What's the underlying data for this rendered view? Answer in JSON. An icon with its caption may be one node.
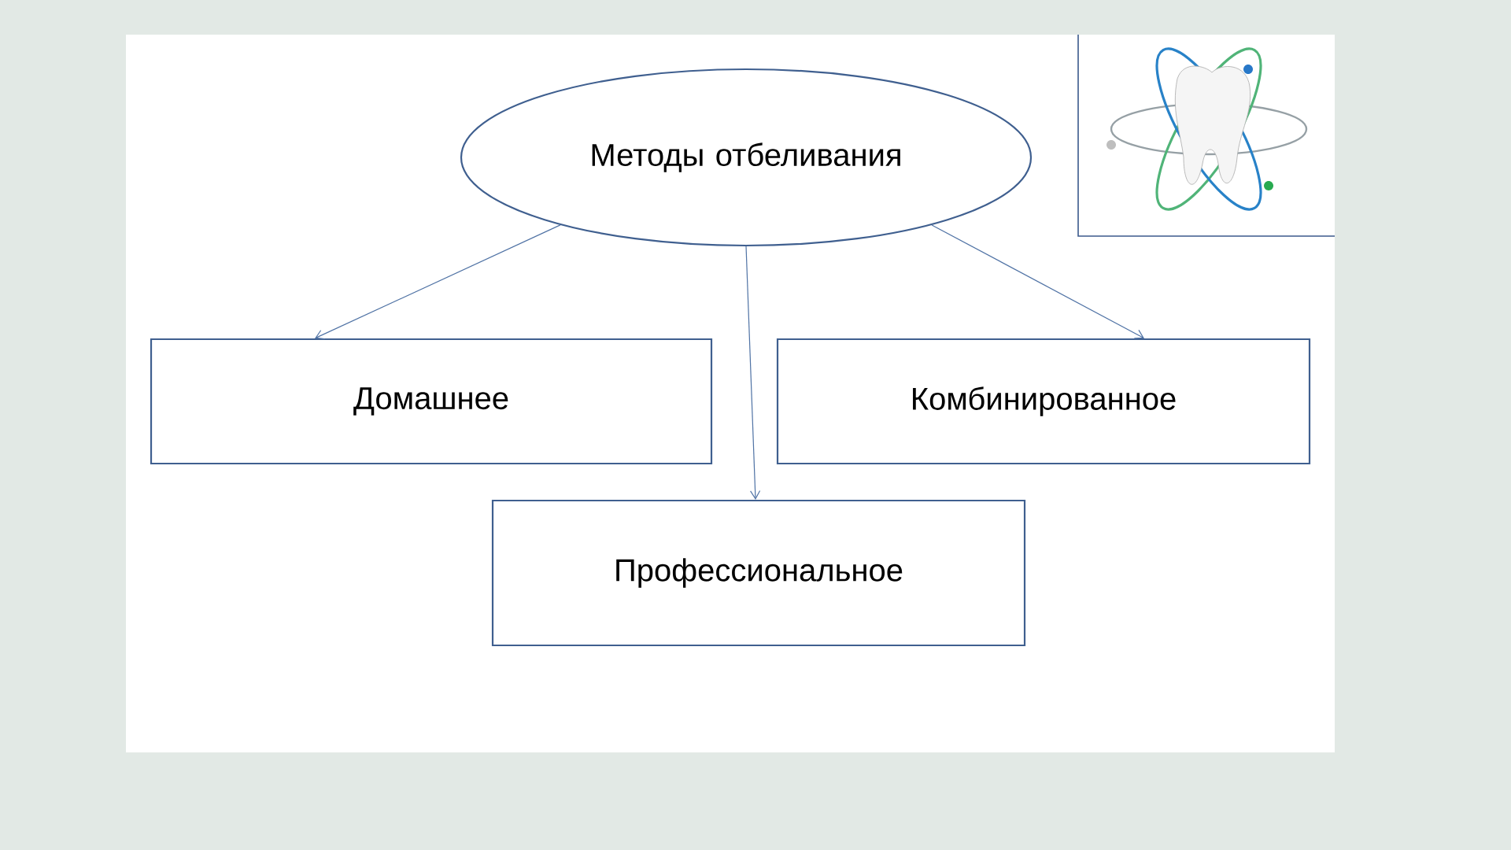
{
  "diagram": {
    "nodes": [
      {
        "text": [
          "Методы отбеливания"
        ]
      },
      {
        "text": [
          "Домашнее"
        ]
      },
      {
        "text": [
          "Комбинированное"
        ]
      },
      {
        "text": [
          "Профессиональное"
        ]
      }
    ],
    "edges": [
      {
        "from": 0,
        "to": 1,
        "arrow": "to"
      },
      {
        "from": 0,
        "to": 3,
        "arrow": "to"
      },
      {
        "from": 0,
        "to": 2,
        "arrow": "to"
      }
    ]
  }
}
